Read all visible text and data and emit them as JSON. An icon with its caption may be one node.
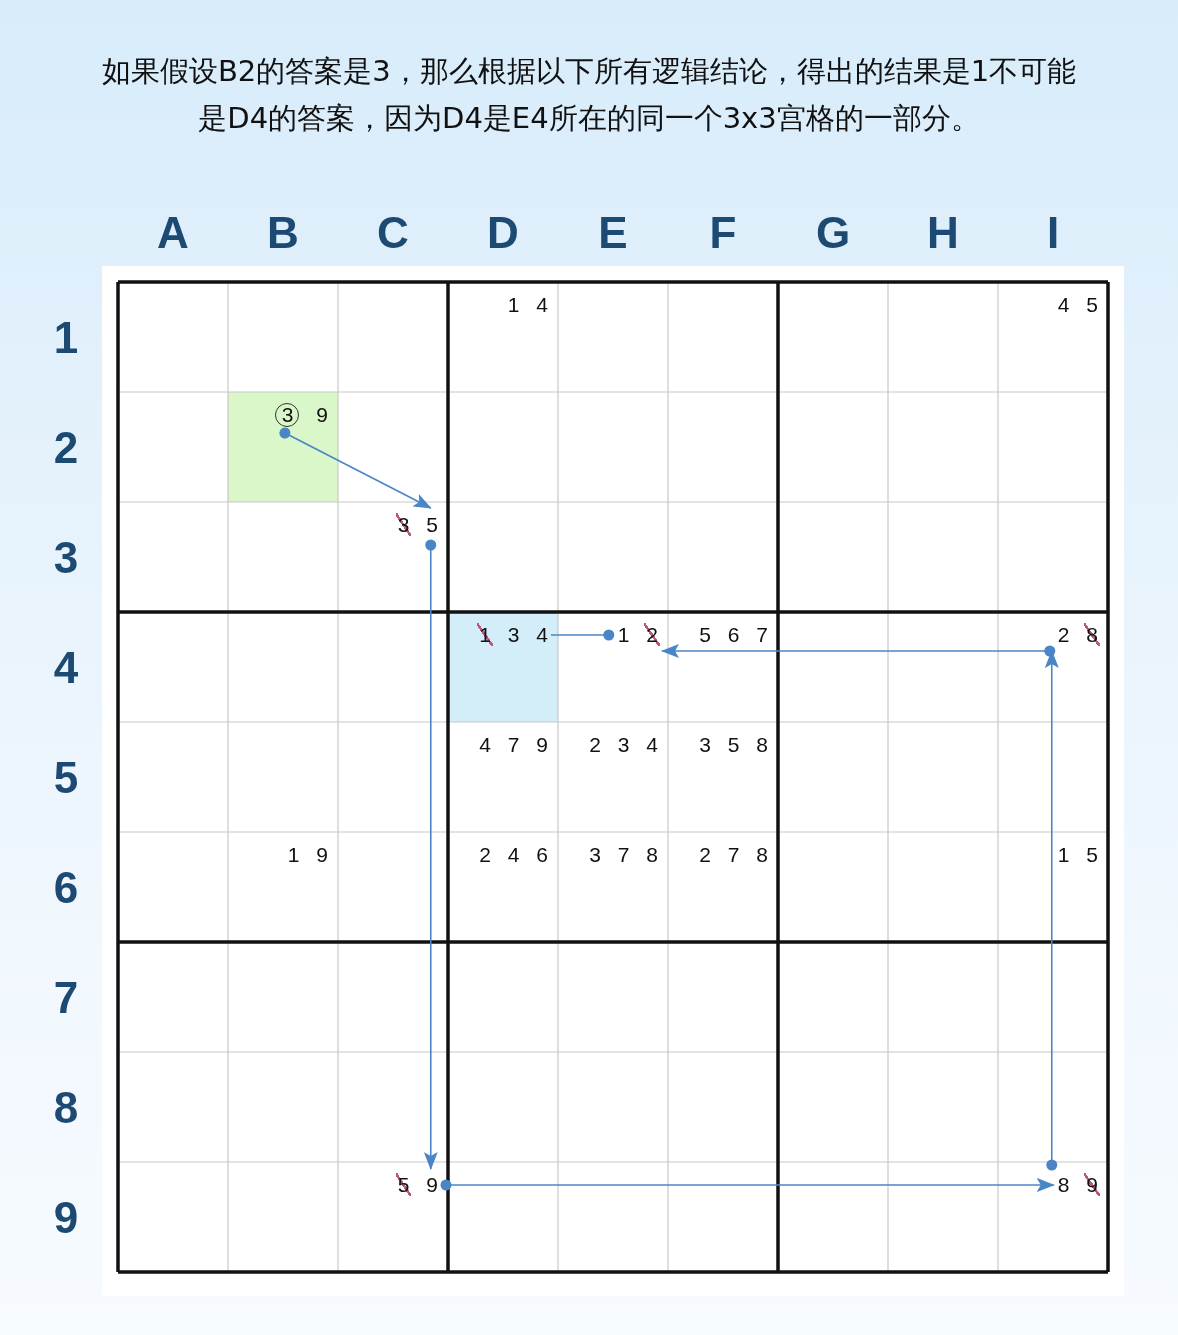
{
  "diagram": {
    "title": "如果假设B2的答案是3，那么根据以下所有逻辑结论，得出的结果是1不可能是D4的答案，因为D4是E4所在的同一个3x3宫格的一部分。",
    "nodes": [
      {
        "text": [
          "1 4"
        ]
      },
      {
        "text": [
          "4 5"
        ]
      },
      {
        "text": [
          "3 9"
        ]
      },
      {
        "text": [
          "3 5"
        ]
      },
      {
        "text": [
          "1 3 4"
        ]
      },
      {
        "text": [
          "1 2"
        ]
      },
      {
        "text": [
          "5 6 7"
        ]
      },
      {
        "text": [
          "2 8"
        ]
      },
      {
        "text": [
          "4 7 9"
        ]
      },
      {
        "text": [
          "2 3 4"
        ]
      },
      {
        "text": [
          "3 5 8"
        ]
      },
      {
        "text": [
          "1 9"
        ]
      },
      {
        "text": [
          "2 4 6"
        ]
      },
      {
        "text": [
          "3 7 8"
        ]
      },
      {
        "text": [
          "2 7 8"
        ]
      },
      {
        "text": [
          "1 5"
        ]
      },
      {
        "text": [
          "5 9"
        ]
      },
      {
        "text": [
          "8 9"
        ]
      }
    ],
    "edges": [
      {
        "from": 2,
        "to": 3,
        "arrow": "to"
      },
      {
        "from": 3,
        "to": 16,
        "arrow": "to"
      },
      {
        "from": 16,
        "to": 17,
        "arrow": "to"
      },
      {
        "from": 17,
        "to": 7,
        "arrow": "to"
      },
      {
        "from": 7,
        "to": 5,
        "arrow": "to"
      },
      {
        "from": 5,
        "to": 4,
        "arrow": "other"
      }
    ],
    "labels": [
      "A",
      "B",
      "C",
      "D",
      "E",
      "F",
      "G",
      "H",
      "I",
      "1",
      "2",
      "3",
      "4",
      "5",
      "6",
      "7",
      "8",
      "9"
    ]
  }
}
